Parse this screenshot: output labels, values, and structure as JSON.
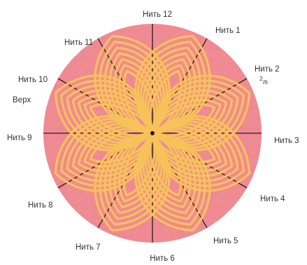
{
  "labels": {
    "thread_12": "Нить 12",
    "thread_1": "Нить 1",
    "thread_2": "Нить 2",
    "thread_2_note_num": "2",
    "thread_2_note_den": "6",
    "thread_3": "Нить 3",
    "thread_4": "Нить 4",
    "thread_5": "Нить 5",
    "thread_6": "Нить 6",
    "thread_7": "Нить 7",
    "thread_8": "Нить 8",
    "thread_9": "Нить 9",
    "thread_10": "Нить 10",
    "thread_11": "Нить 11",
    "top": "Верх"
  },
  "colors": {
    "disc": "#ef8a93",
    "disc_edge": "#e67a84",
    "thread": "#f7c25a",
    "thread_gap": "#f4a06a",
    "spoke": "#2a1a1a",
    "label": "#333333"
  },
  "diagram": {
    "spoke_count": 12,
    "petal_count": 8,
    "rings_per_petal": 7
  }
}
